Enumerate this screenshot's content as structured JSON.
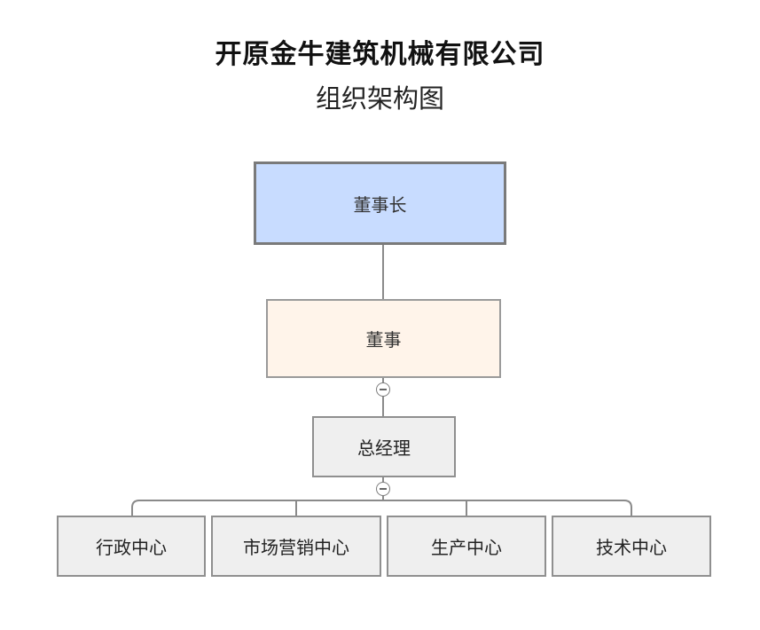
{
  "header": {
    "company_name": "开原金牛建筑机械有限公司",
    "chart_title": "组织架构图"
  },
  "org_chart": {
    "chairman": "董事长",
    "director": "董事",
    "general_manager": "总经理",
    "departments": [
      "行政中心",
      "市场营销中心",
      "生产中心",
      "技术中心"
    ]
  },
  "colors": {
    "chairman_fill": "#c8dcff",
    "director_fill": "#fff4ea",
    "default_fill": "#efefef",
    "border": "#8f8f8f",
    "connector": "#8a8a8a"
  },
  "icons": {
    "collapse_toggle": "minus-circle-icon"
  }
}
